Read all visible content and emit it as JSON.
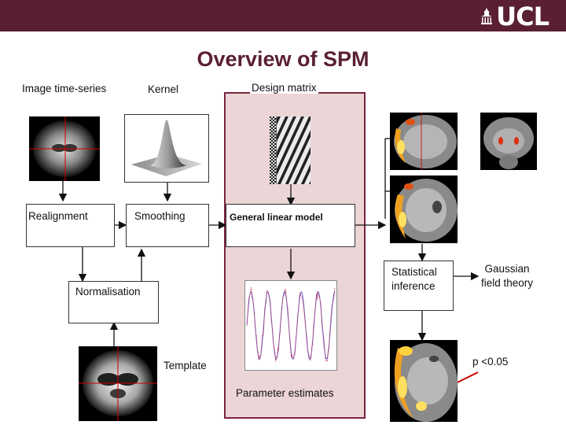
{
  "header": {
    "logo_text": "UCL",
    "title": "Overview of SPM"
  },
  "labels": {
    "image_series": "Image time-series",
    "kernel": "Kernel",
    "design_matrix": "Design matrix",
    "realignment": "Realignment",
    "smoothing": "Smoothing",
    "glm": "General linear model",
    "statistical_inference": [
      "Statistical",
      "inference"
    ],
    "gaussian_field": [
      "Gaussian",
      "field theory"
    ],
    "normalisation": "Normalisation",
    "template": "Template",
    "parameter_estimates": "Parameter estimates",
    "p_value": "p <0.05"
  },
  "colors": {
    "brand": "#5a1f35",
    "glm_fill": "#ecd5d6",
    "glm_border": "#7a2440",
    "plot_blue": "#6a6ad0",
    "plot_red": "#c0305a"
  }
}
